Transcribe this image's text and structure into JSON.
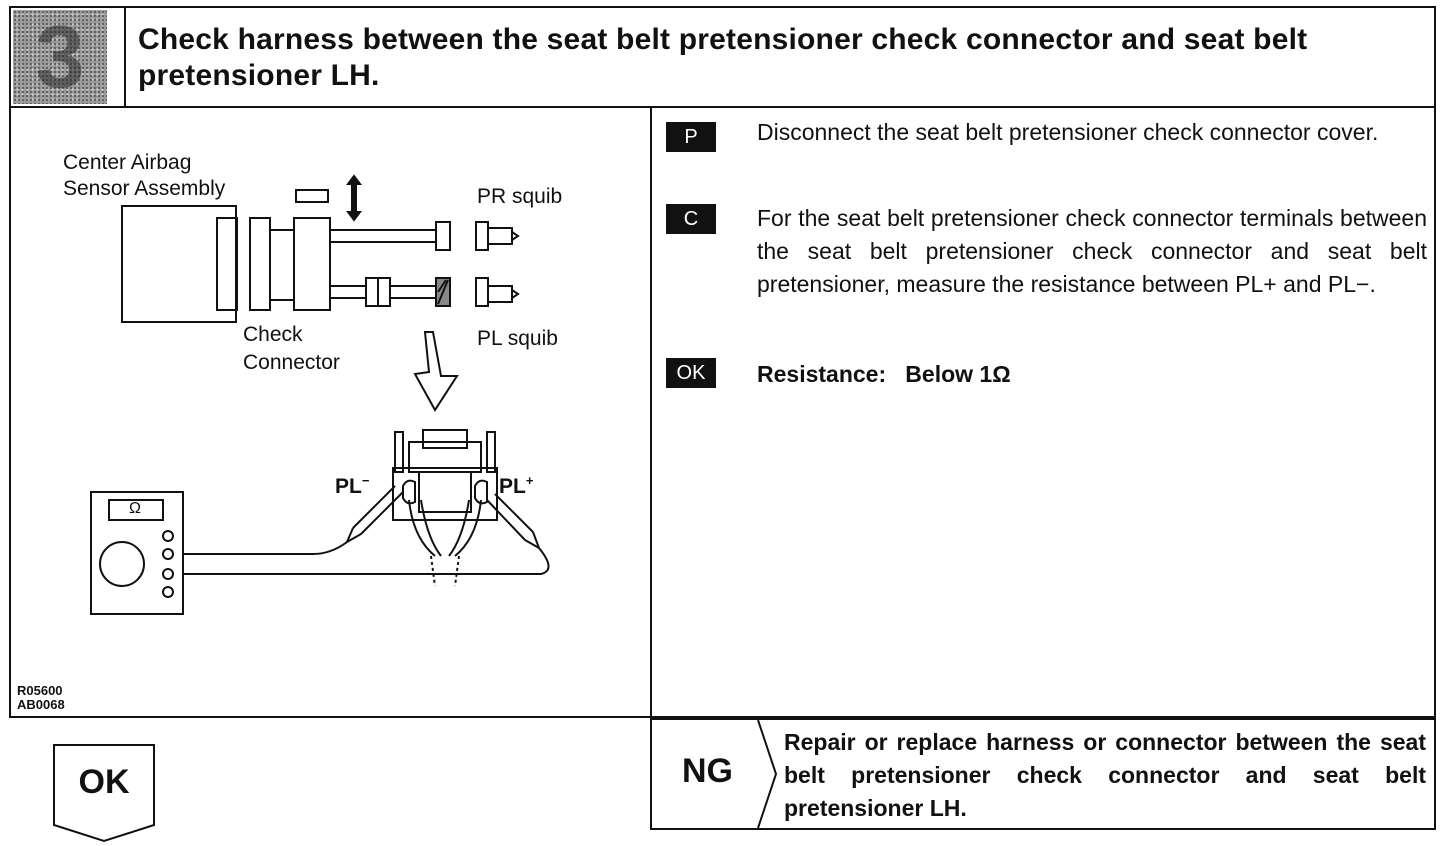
{
  "header": {
    "step_number": "3",
    "title": "Check harness between the seat belt pretensioner check connector and seat belt pretensioner LH."
  },
  "diagram": {
    "labels": {
      "center_airbag_line1": "Center Airbag",
      "center_airbag_line2": "Sensor Assembly",
      "pr_squib": "PR squib",
      "pl_squib": "PL squib",
      "check_line1": "Check",
      "check_line2": "Connector",
      "pl_minus": "PL",
      "pl_plus": "PL",
      "meter_display": "Ω",
      "code_1": "R05600",
      "code_2": "AB0068"
    }
  },
  "steps": [
    {
      "tag": "P",
      "text": "Disconnect the seat belt pretensioner check connector cover."
    },
    {
      "tag": "C",
      "text": "For the seat belt pretensioner check connector terminals between the seat belt pretensioner check connector and seat belt pretensioner, measure the resistance between PL+ and PL−."
    },
    {
      "tag": "OK",
      "text": "Resistance:   Below 1Ω"
    }
  ],
  "results": {
    "ok_label": "OK",
    "ng_label": "NG",
    "ng_text": "Repair or replace harness or connector between the seat belt pretensioner check connector and seat belt pretensioner LH."
  }
}
